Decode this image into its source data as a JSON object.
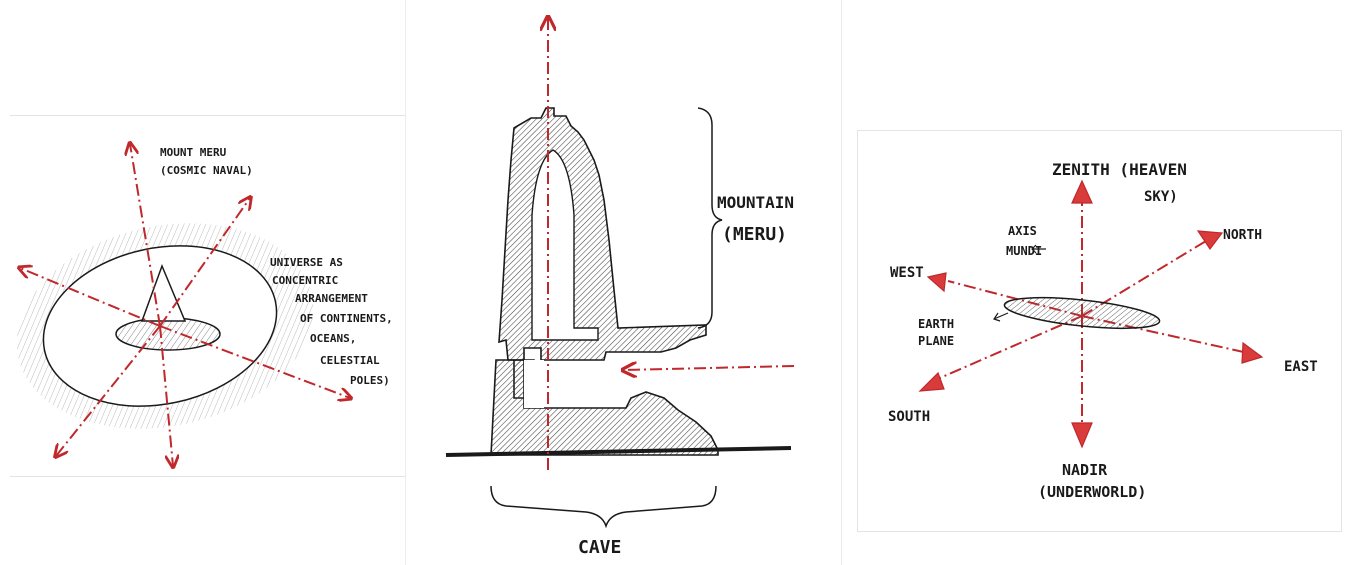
{
  "colors": {
    "ink": "#1a1a1a",
    "accent": "#c0282c",
    "hatch": "#555555"
  },
  "left_sketch": {
    "label_meru_line1": "MOUNT MERU",
    "label_meru_line2": "(COSMIC NAVAL)",
    "label_universe": [
      "UNIVERSE AS",
      "CONCENTRIC",
      "ARRANGEMENT",
      "OF CONTINENTS,",
      "OCEANS,",
      "CELESTIAL",
      "POLES)"
    ]
  },
  "middle_sketch": {
    "label_mountain_line1": "MOUNTAIN",
    "label_mountain_line2": "(MERU)",
    "label_cave": "CAVE"
  },
  "right_sketch": {
    "label_zenith_line1": "ZENITH (HEAVEN",
    "label_zenith_line2": "SKY)",
    "label_axis_line1": "AXIS",
    "label_axis_line2": "MUNDI",
    "label_north": "NORTH",
    "label_west": "WEST",
    "label_earth_line1": "EARTH",
    "label_earth_line2": "PLANE",
    "label_east": "EAST",
    "label_south": "SOUTH",
    "label_nadir_line1": "NADIR",
    "label_nadir_line2": "(UNDERWORLD)"
  }
}
